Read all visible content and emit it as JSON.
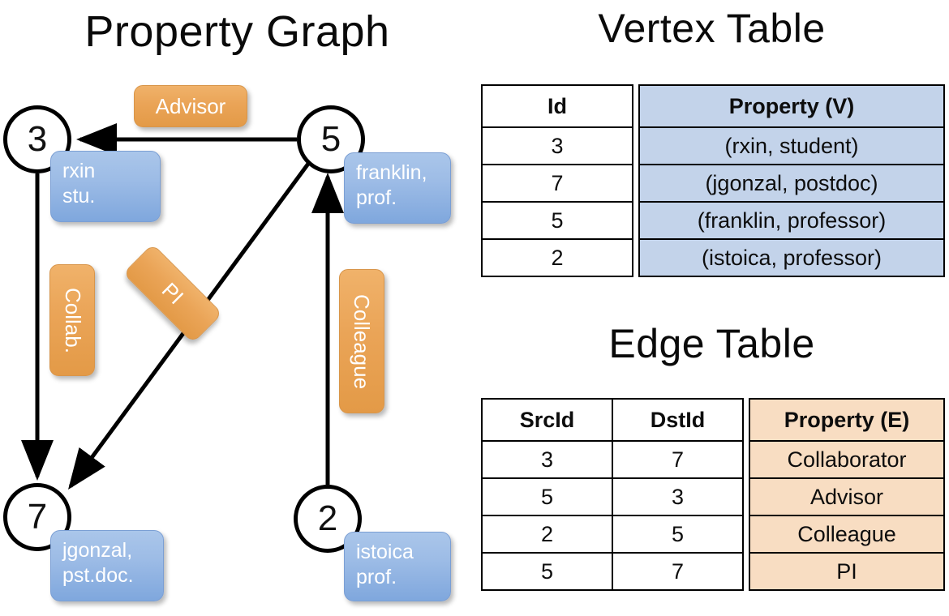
{
  "titles": {
    "property_graph": "Property Graph",
    "vertex_table": "Vertex Table",
    "edge_table": "Edge Table"
  },
  "graph": {
    "nodes": [
      {
        "id": "3",
        "label": "3",
        "prop_line1": "rxin",
        "prop_line2": "stu."
      },
      {
        "id": "5",
        "label": "5",
        "prop_line1": "franklin,",
        "prop_line2": "prof."
      },
      {
        "id": "7",
        "label": "7",
        "prop_line1": "jgonzal,",
        "prop_line2": "pst.doc."
      },
      {
        "id": "2",
        "label": "2",
        "prop_line1": "istoica",
        "prop_line2": "prof."
      }
    ],
    "edge_labels": {
      "advisor": "Advisor",
      "collab": "Collab.",
      "pi": "PI",
      "colleague": "Colleague"
    }
  },
  "vertex_table": {
    "headers": {
      "id": "Id",
      "property": "Property (V)"
    },
    "rows": [
      {
        "id": "3",
        "property": "(rxin, student)"
      },
      {
        "id": "7",
        "property": "(jgonzal, postdoc)"
      },
      {
        "id": "5",
        "property": "(franklin, professor)"
      },
      {
        "id": "2",
        "property": "(istoica, professor)"
      }
    ]
  },
  "edge_table": {
    "headers": {
      "src": "SrcId",
      "dst": "DstId",
      "property": "Property (E)"
    },
    "rows": [
      {
        "src": "3",
        "dst": "7",
        "property": "Collaborator"
      },
      {
        "src": "5",
        "dst": "3",
        "property": "Advisor"
      },
      {
        "src": "2",
        "dst": "5",
        "property": "Colleague"
      },
      {
        "src": "5",
        "dst": "7",
        "property": "PI"
      }
    ]
  },
  "colors": {
    "vertex_fill": "#c3d3ea",
    "edge_fill": "#f8ddc2",
    "vertex_callout": "#9dbce6",
    "edge_callout": "#eaa457",
    "stroke": "#000000",
    "background": "#ffffff"
  }
}
